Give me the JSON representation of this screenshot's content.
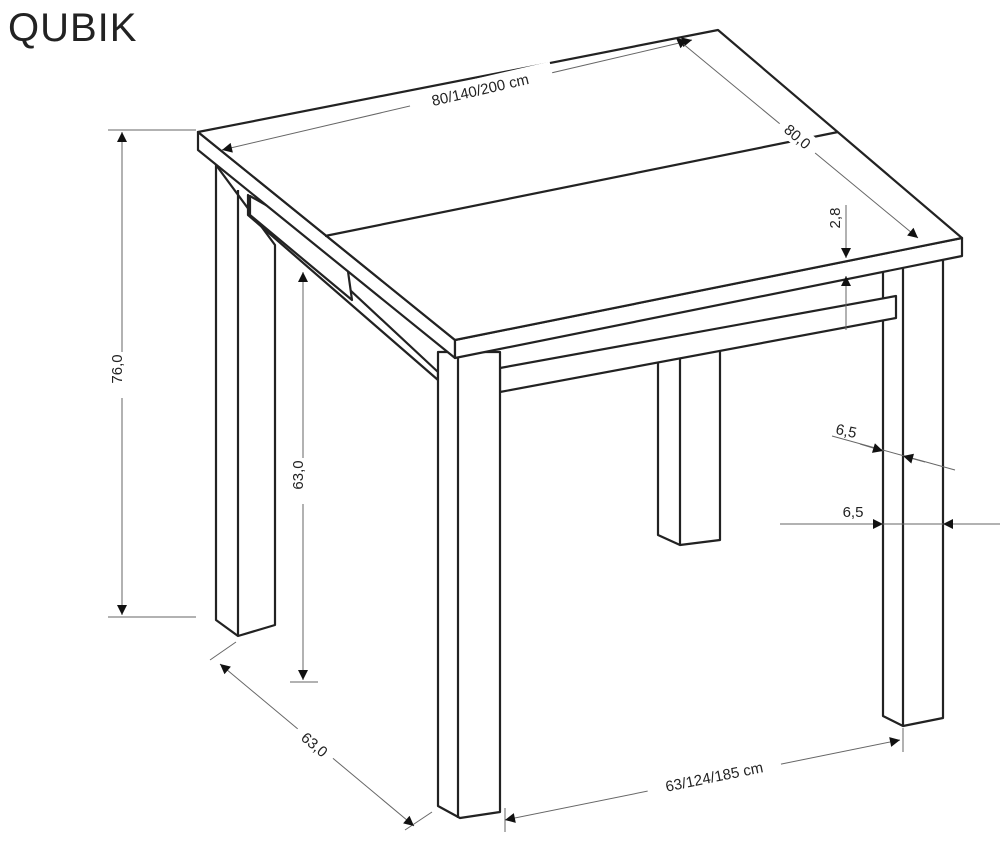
{
  "title": "QUBIK",
  "dimensions": {
    "length": "80/140/200 cm",
    "width": "80,0",
    "height": "76,0",
    "leg_clearance": "63,0",
    "frame_depth": "63,0",
    "frame_length": "63/124/185 cm",
    "top_thickness": "2,8",
    "leg_width_a": "6,5",
    "leg_width_b": "6,5"
  }
}
